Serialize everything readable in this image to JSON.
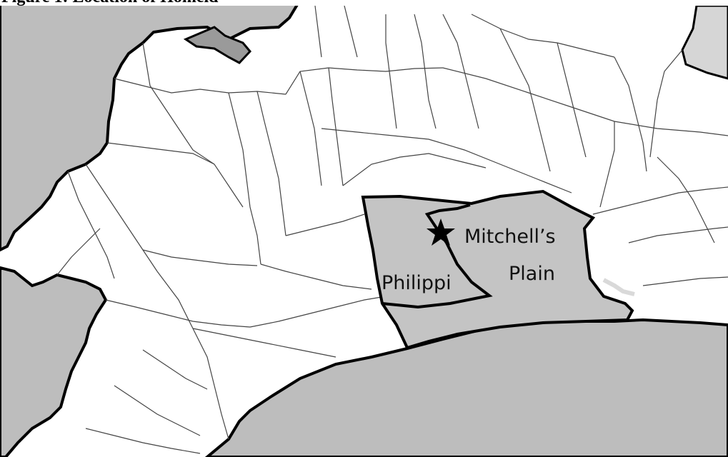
{
  "figure": {
    "title": "Figure 1: Location of Homeid"
  },
  "labels": {
    "mitchells_line1": "Mitchell’s",
    "mitchells_line2": "Plain",
    "philippi": "Philippi"
  },
  "marker": {
    "icon": "star-icon"
  },
  "colors": {
    "water": "#bdbdbd",
    "land": "#ffffff",
    "highlight": "#c4c4c4",
    "border": "#000000",
    "east_gray": "#d6d6d6"
  }
}
